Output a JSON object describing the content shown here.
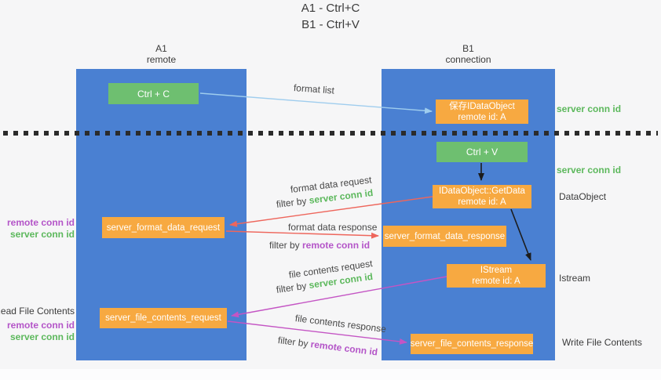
{
  "title": {
    "line1": "A1 - Ctrl+C",
    "line2": "B1 - Ctrl+V"
  },
  "columns": {
    "left": {
      "name": "A1",
      "subtitle": "remote"
    },
    "right": {
      "name": "B1",
      "subtitle": "connection"
    }
  },
  "nodes": {
    "ctrl_c": {
      "label": "Ctrl + C"
    },
    "ctrl_v": {
      "label": "Ctrl + V"
    },
    "save_idataobject": {
      "line1": "保存IDataObject",
      "line2": "remote id: A"
    },
    "getdata": {
      "line1": "IDataObject::GetData",
      "line2": "remote id: A"
    },
    "istream": {
      "line1": "IStream",
      "line2": "remote id: A"
    },
    "format_request": {
      "label": "server_format_data_request"
    },
    "format_response": {
      "label": "server_format_data_response"
    },
    "file_request": {
      "label": "server_file_contents_request"
    },
    "file_response": {
      "label": "server_file_contents_response"
    }
  },
  "annotations": {
    "server_conn_id_top": "server conn id",
    "server_conn_id_mid": "server conn id",
    "dataobject": "DataObject",
    "istream_note": "Istream",
    "write_file_contents": "Write File Contents",
    "read_file_contents": "Read File Contents",
    "left_block1": {
      "remote": "remote conn id",
      "server": "server conn id"
    },
    "left_block2": {
      "remote": "remote conn id",
      "server": "server conn id"
    }
  },
  "arrows": {
    "format_list": {
      "label": "format list"
    },
    "format_data_request": {
      "label": "format data request",
      "filter_prefix": "filter by ",
      "filter_key": "server conn id"
    },
    "format_data_response": {
      "label": "format data response",
      "filter_prefix": "filter by ",
      "filter_key": "remote conn id"
    },
    "file_contents_request": {
      "label": "file contents request",
      "filter_prefix": "filter by ",
      "filter_key": "server conn id"
    },
    "file_contents_response": {
      "label": "file contents response",
      "filter_prefix": "filter by ",
      "filter_key": "remote conn id"
    }
  },
  "colors": {
    "column_blue": "#4a80d2",
    "node_green": "#6ebf70",
    "node_orange": "#f7a941",
    "arrow_red": "#ee665c",
    "arrow_magenta": "#c455c4",
    "arrow_lightblue": "#9fcdee",
    "arrow_black": "#1c1c1c",
    "text_green": "#5cb85c",
    "text_purple": "#b455c8"
  }
}
